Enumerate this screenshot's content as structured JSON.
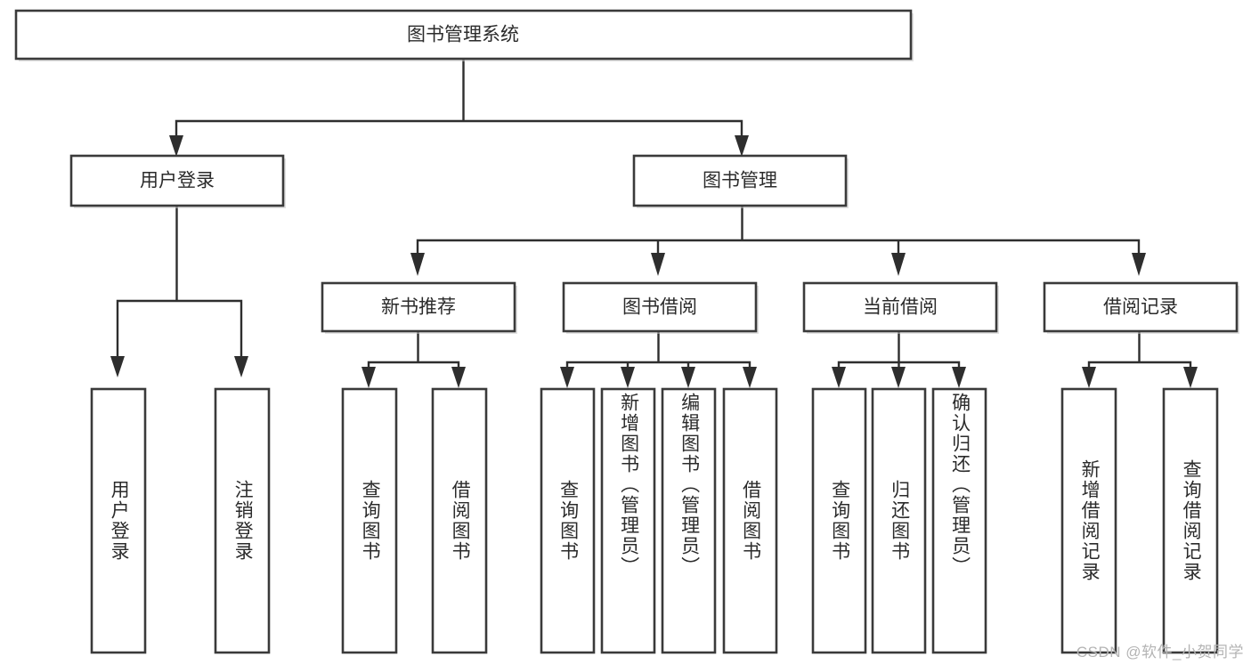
{
  "diagram": {
    "title": "图书管理系统",
    "watermark": "CSDN @软件_小贺同学",
    "colors": {
      "box_border": "#3a3a3a",
      "box_fill": "#ffffff",
      "connector": "#2e2e2e",
      "label_text": "#2b2b2b",
      "watermark_text": "#b4b4b4",
      "canvas_background": "#ffffff"
    },
    "levels": {
      "root": "图书管理系统",
      "level2": [
        "用户登录",
        "图书管理"
      ],
      "level3": [
        "新书推荐",
        "图书借阅",
        "当前借阅",
        "借阅记录"
      ],
      "level4_count": 13
    }
  },
  "nodes": {
    "root": {
      "label": "图书管理系统",
      "orientation": "horizontal"
    },
    "user_login": {
      "label": "用户登录",
      "orientation": "horizontal"
    },
    "book_manage": {
      "label": "图书管理",
      "orientation": "horizontal"
    },
    "new_book_rec": {
      "label": "新书推荐",
      "orientation": "horizontal"
    },
    "book_borrow": {
      "label": "图书借阅",
      "orientation": "horizontal"
    },
    "current_borrow": {
      "label": "当前借阅",
      "orientation": "horizontal"
    },
    "borrow_record": {
      "label": "借阅记录",
      "orientation": "horizontal"
    },
    "leaf_user_login": {
      "label": "用户登录",
      "orientation": "vertical"
    },
    "leaf_logout": {
      "label": "注销登录",
      "orientation": "vertical"
    },
    "leaf_query_book_rec": {
      "label": "查询图书",
      "orientation": "vertical"
    },
    "leaf_borrow_book_rec": {
      "label": "借阅图书",
      "orientation": "vertical"
    },
    "leaf_query_book_borrow": {
      "label": "查询图书",
      "orientation": "vertical"
    },
    "leaf_add_book": {
      "label": "新增图书（管理员）",
      "orientation": "vertical"
    },
    "leaf_edit_book": {
      "label": "编辑图书（管理员）",
      "orientation": "vertical"
    },
    "leaf_borrow_book": {
      "label": "借阅图书",
      "orientation": "vertical"
    },
    "leaf_query_book_cur": {
      "label": "查询图书",
      "orientation": "vertical"
    },
    "leaf_return_book": {
      "label": "归还图书",
      "orientation": "vertical"
    },
    "leaf_confirm_return": {
      "label": "确认归还（管理员）",
      "orientation": "vertical"
    },
    "leaf_add_record": {
      "label": "新增借阅记录",
      "orientation": "vertical"
    },
    "leaf_query_record": {
      "label": "查询借阅记录",
      "orientation": "vertical"
    }
  },
  "edges": [
    {
      "from": "root",
      "to": "user_login"
    },
    {
      "from": "root",
      "to": "book_manage"
    },
    {
      "from": "user_login",
      "to": "leaf_user_login"
    },
    {
      "from": "user_login",
      "to": "leaf_logout"
    },
    {
      "from": "book_manage",
      "to": "new_book_rec"
    },
    {
      "from": "book_manage",
      "to": "book_borrow"
    },
    {
      "from": "book_manage",
      "to": "current_borrow"
    },
    {
      "from": "book_manage",
      "to": "borrow_record"
    },
    {
      "from": "new_book_rec",
      "to": "leaf_query_book_rec"
    },
    {
      "from": "new_book_rec",
      "to": "leaf_borrow_book_rec"
    },
    {
      "from": "book_borrow",
      "to": "leaf_query_book_borrow"
    },
    {
      "from": "book_borrow",
      "to": "leaf_add_book"
    },
    {
      "from": "book_borrow",
      "to": "leaf_edit_book"
    },
    {
      "from": "book_borrow",
      "to": "leaf_borrow_book"
    },
    {
      "from": "current_borrow",
      "to": "leaf_query_book_cur"
    },
    {
      "from": "current_borrow",
      "to": "leaf_return_book"
    },
    {
      "from": "current_borrow",
      "to": "leaf_confirm_return"
    },
    {
      "from": "borrow_record",
      "to": "leaf_add_record"
    },
    {
      "from": "borrow_record",
      "to": "leaf_query_record"
    }
  ]
}
